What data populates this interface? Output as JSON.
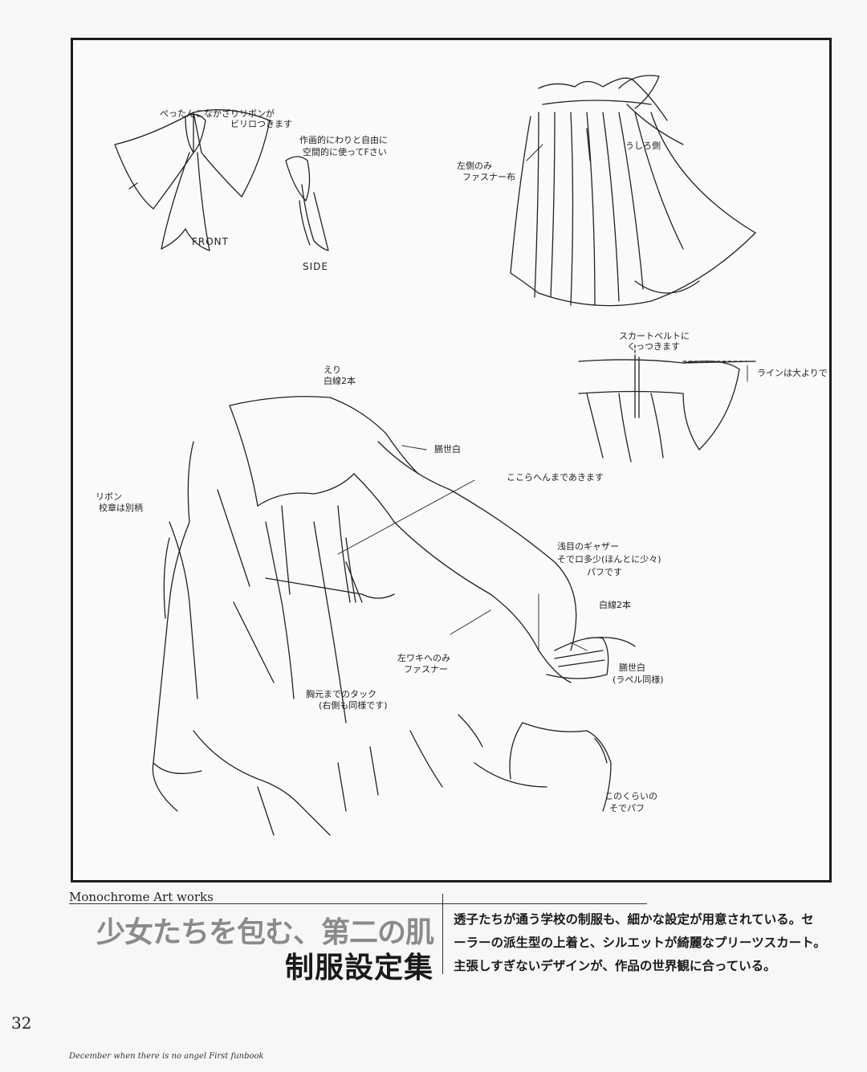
{
  "annotations": {
    "bow_note_1": "ぺったんこなかざりリボンが",
    "bow_note_2": "ビリロつきます",
    "side_note_1": "作画的にわりと自由に",
    "side_note_2": "空間的に使ってFさい",
    "front": "FRONT",
    "side": "SIDE",
    "left_side_1": "左側のみ",
    "left_side_2": "ファスナー布",
    "ura": "うしろ側",
    "skirt_belt_1": "スカートベルトに",
    "skirt_belt_2": "くっつきます",
    "line_note": "ラインは大よりで",
    "eri_1": "えり",
    "eri_2": "白線2本",
    "color_main": "臙世白",
    "open_here": "ここらへんまであきます",
    "ribbon_1": "リボン",
    "ribbon_2": "校章は別柄",
    "gather_1": "浅目のギャザー",
    "gather_2": "そでロ多少(ほんとに少々)",
    "gather_3": "パフです",
    "cuff_lines": "白線2本",
    "cuff_color_1": "臙世白",
    "cuff_color_2": "(ラペル同様)",
    "left_zip_1": "左ワキへのみ",
    "left_zip_2": "ファスナー",
    "tuck_1": "胸元までのタック",
    "tuck_2": "(右側も同様です)",
    "puff_1": "このくらいの",
    "puff_2": "そでパフ"
  },
  "section_label": "Monochrome Art works",
  "title_line1": "少女たちを包む、第二の肌",
  "title_line2": "制服設定集",
  "description": [
    "透子たちが通う学校の制服も、細かな設定が用意されている。セ",
    "ーラーの派生型の上着と、シルエットが綺麗なプリーツスカート。",
    "主張しすぎないデザインが、作品の世界観に合っている。"
  ],
  "page_number": "32",
  "footer": "December when there is no angel  First funbook"
}
